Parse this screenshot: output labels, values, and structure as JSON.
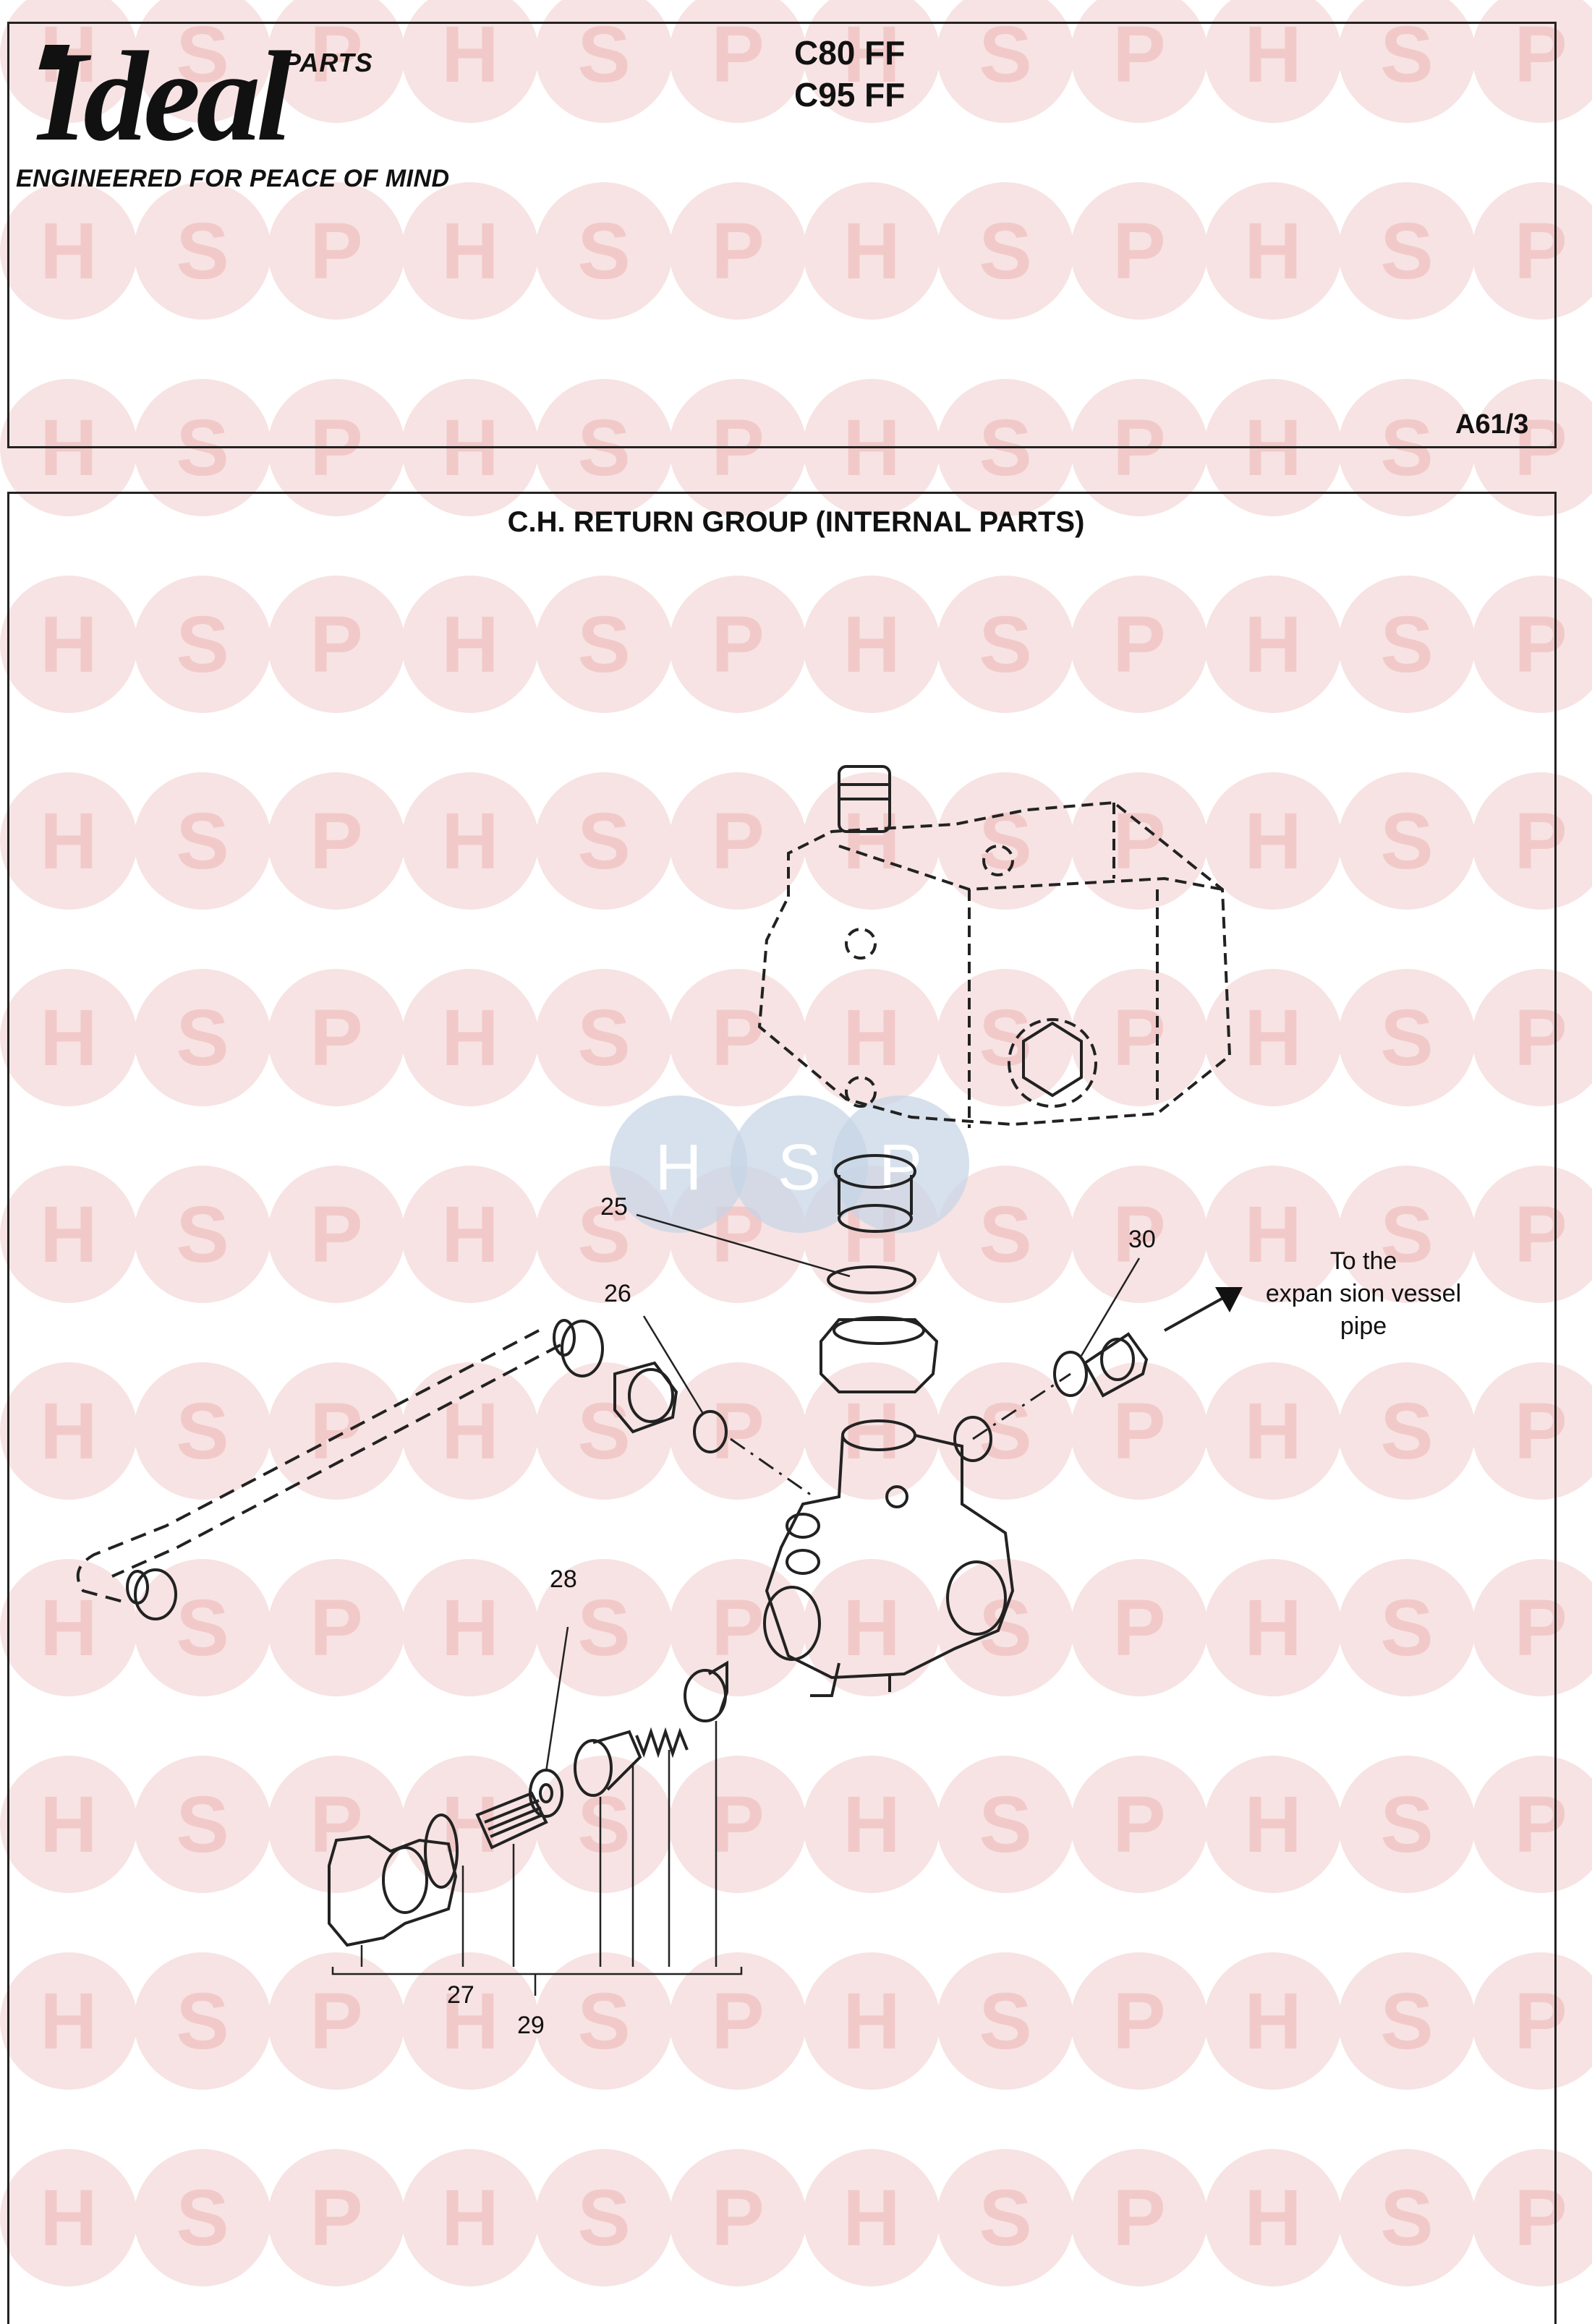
{
  "header": {
    "brand_parts": "PARTS",
    "brand_name": "Ideal",
    "tagline": "ENGINEERED FOR PEACE OF MIND",
    "models": [
      "C80 FF",
      "C95 FF"
    ],
    "page_ref": "A61/3"
  },
  "diagram": {
    "title": "C.H. RETURN GROUP (INTERNAL PARTS)",
    "callouts": [
      "25",
      "26",
      "27",
      "28",
      "29",
      "30"
    ],
    "note_lines": [
      "To the",
      "expan sion vessel",
      "pipe"
    ]
  },
  "watermark": {
    "letters": [
      "H",
      "S",
      "P"
    ],
    "color": "#f2c9c9",
    "accent_color": "#f2c9c9",
    "center_color": "#c5d4e6"
  }
}
